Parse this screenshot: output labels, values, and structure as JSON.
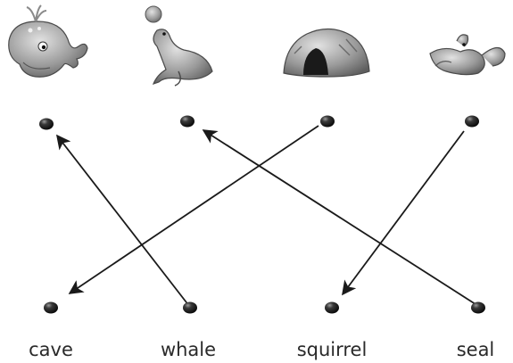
{
  "top_items": [
    {
      "picture": "whale-icon"
    },
    {
      "picture": "seal-icon"
    },
    {
      "picture": "cave-icon"
    },
    {
      "picture": "squirrel-icon"
    }
  ],
  "bottom_words": [
    {
      "label": "cave"
    },
    {
      "label": "whale"
    },
    {
      "label": "squirrel"
    },
    {
      "label": "seal"
    }
  ],
  "connections": [
    {
      "from_word": "whale",
      "to_picture": "whale"
    },
    {
      "from_word": "seal",
      "to_picture": "seal"
    },
    {
      "from_picture": "cave",
      "to_word": "cave"
    },
    {
      "from_picture": "squirrel",
      "to_word": "squirrel"
    }
  ],
  "colors": {
    "ink": "#1a1a1a",
    "dot": "#222222",
    "picture_gray": "#8e8e8e"
  }
}
